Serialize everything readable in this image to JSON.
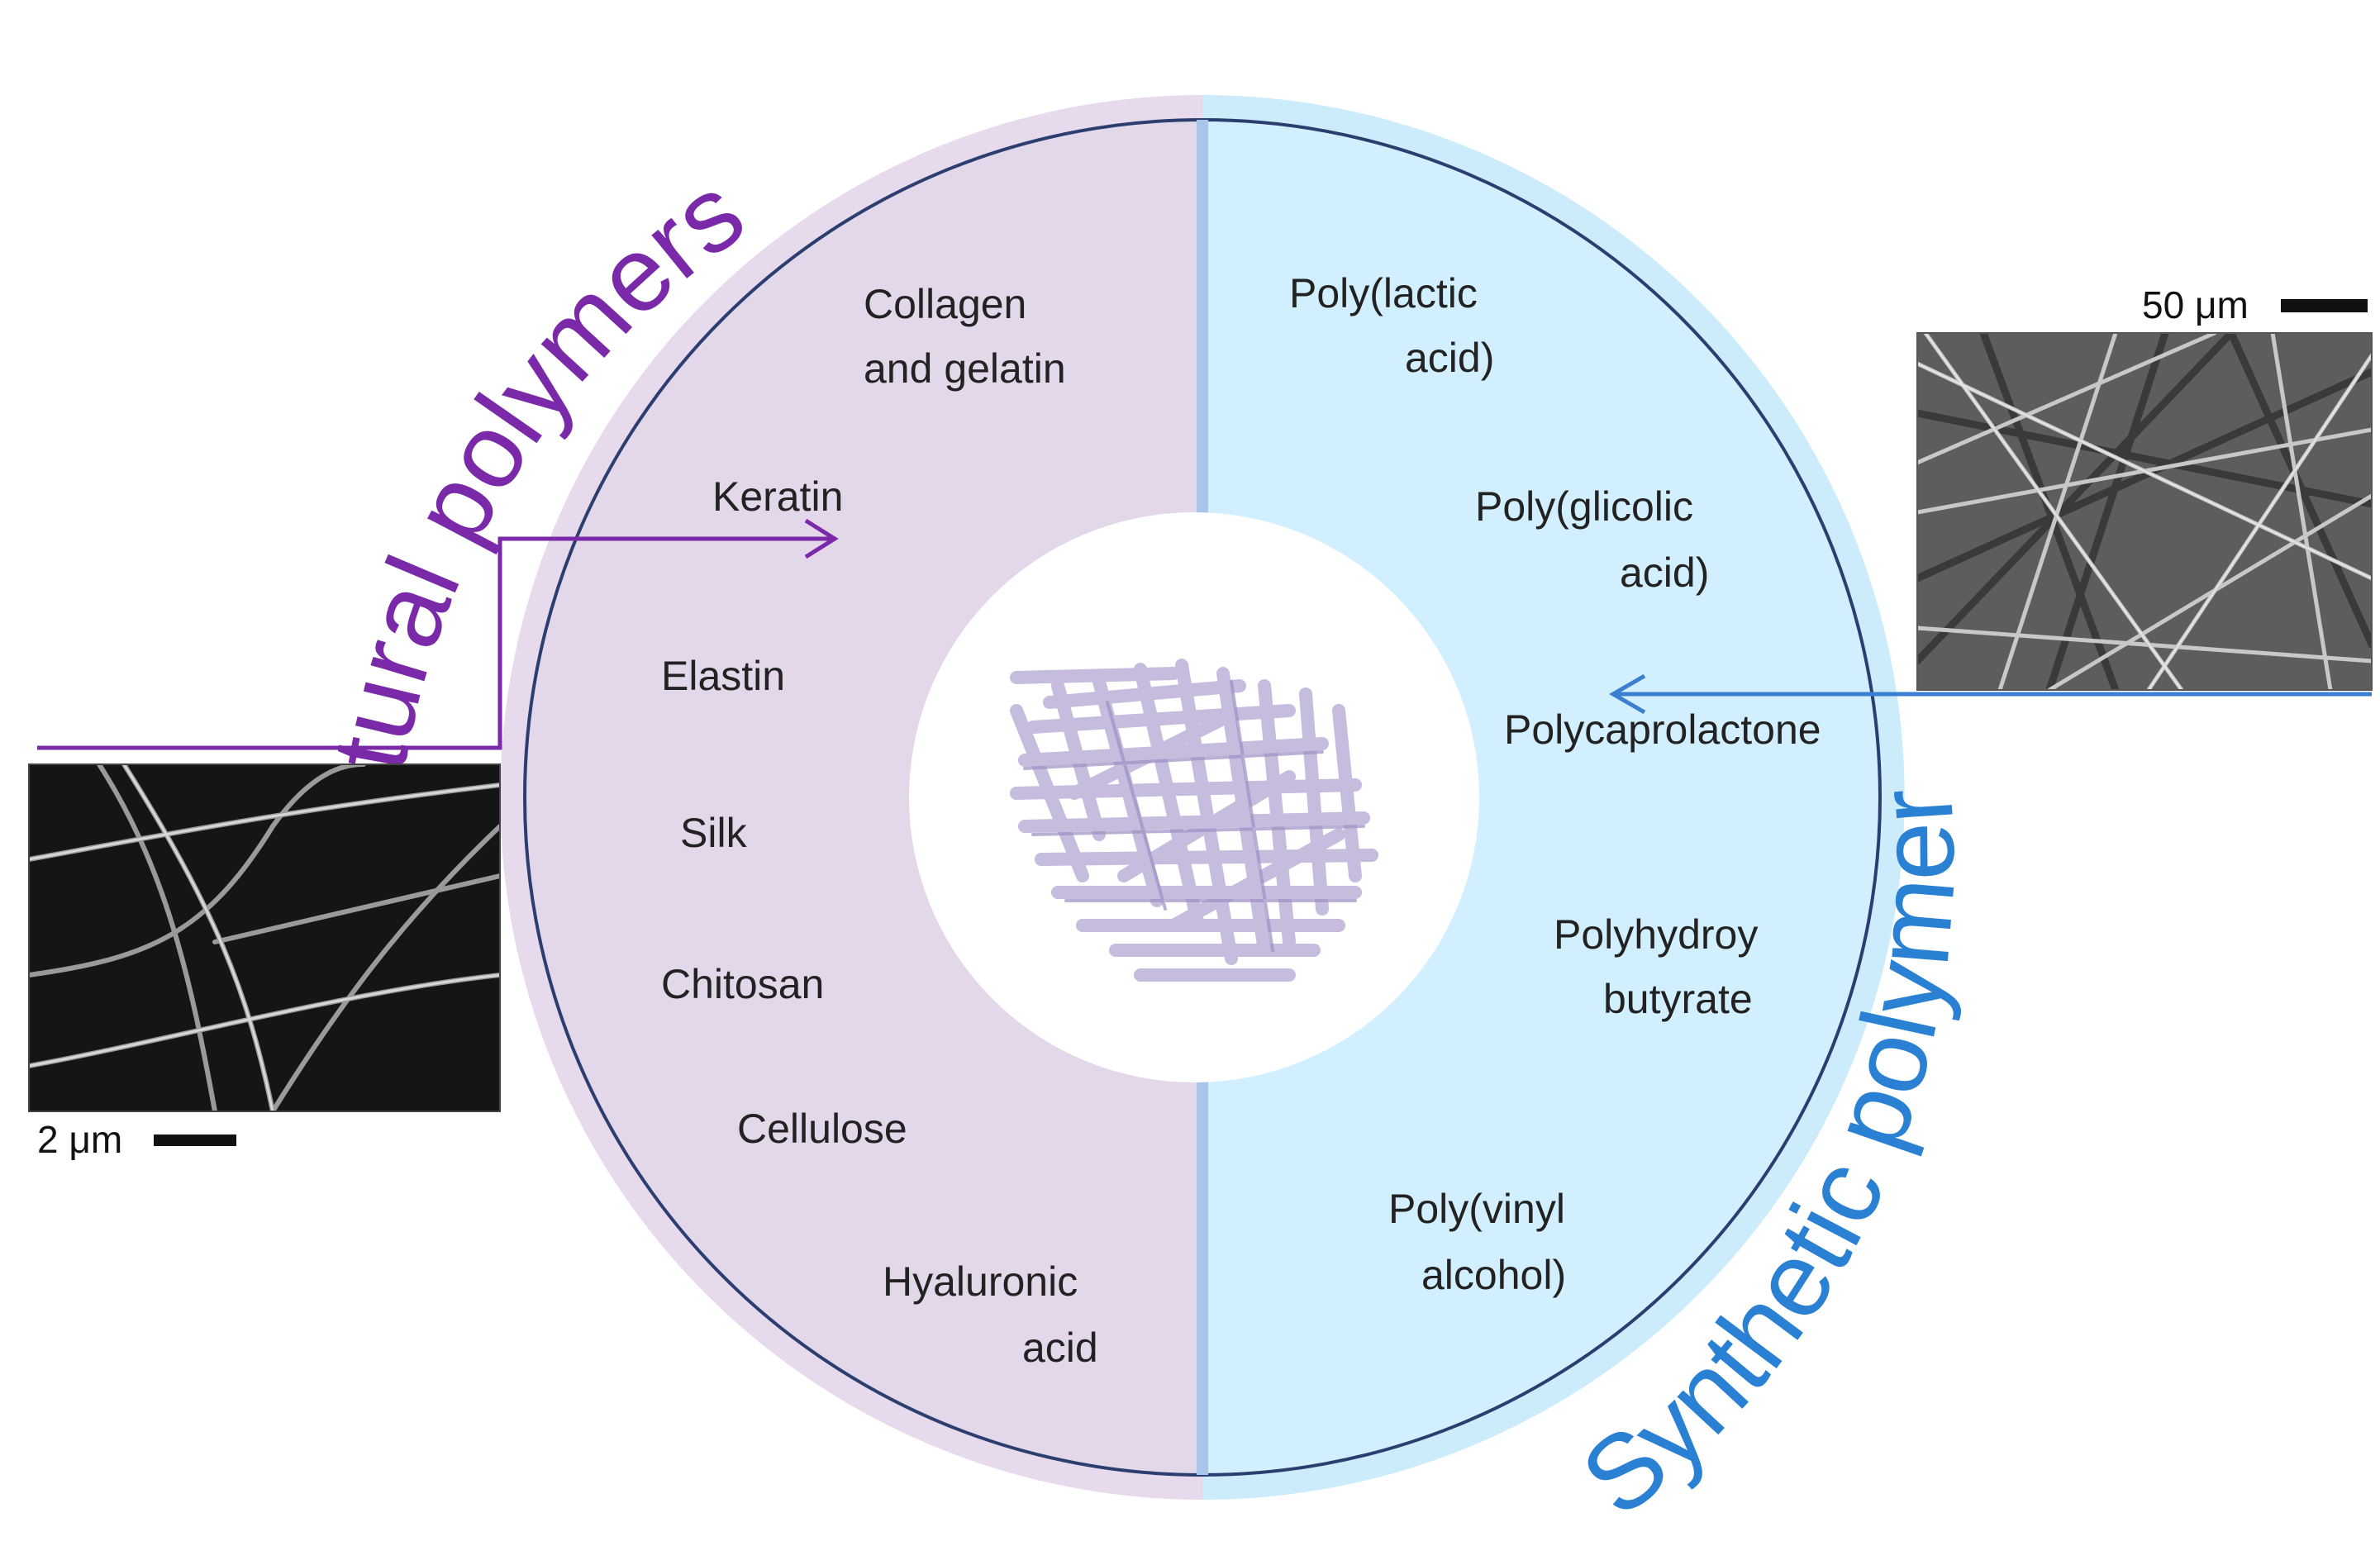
{
  "titles": {
    "natural": "Natural polymers",
    "synthetic": "Synthetic polymers"
  },
  "natural_items": [
    [
      "Collagen",
      "and gelatin"
    ],
    [
      "Keratin"
    ],
    [
      "Elastin"
    ],
    [
      "Silk"
    ],
    [
      "Chitosan"
    ],
    [
      "Cellulose"
    ],
    [
      "Hyaluronic",
      "acid"
    ]
  ],
  "synthetic_items": [
    [
      "Poly(lactic",
      "acid)"
    ],
    [
      "Poly(glicolic",
      "acid)"
    ],
    [
      "Polycaprolactone"
    ],
    [
      "Polyhydroy",
      "butyrate"
    ],
    [
      "Poly(vinyl",
      "alcohol)"
    ]
  ],
  "micrographs": {
    "natural_scale": "2 μm",
    "synthetic_scale": "50 μm"
  },
  "colors": {
    "natural_fill": "#e3d7ea",
    "synthetic_fill": "#d2efff",
    "natural_accent": "#7a2aa8",
    "synthetic_accent": "#2a80d2",
    "circle_outline": "#2c3e70",
    "divider": "#a9c6ea"
  }
}
